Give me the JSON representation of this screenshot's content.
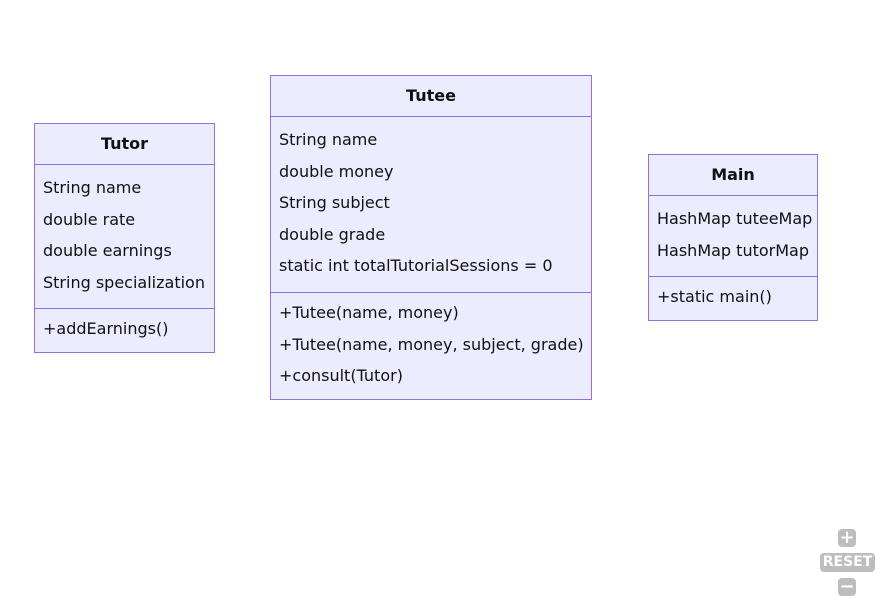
{
  "classes": {
    "tutor": {
      "name": "Tutor",
      "attributes": [
        "String name",
        "double rate",
        "double earnings",
        "String specialization"
      ],
      "methods": [
        "+addEarnings()"
      ]
    },
    "tutee": {
      "name": "Tutee",
      "attributes": [
        "String name",
        "double money",
        "String subject",
        "double grade",
        "static int totalTutorialSessions = 0"
      ],
      "methods": [
        "+Tutee(name, money)",
        "+Tutee(name, money, subject, grade)",
        "+consult(Tutor)"
      ]
    },
    "main": {
      "name": "Main",
      "attributes": [
        "HashMap tuteeMap",
        "HashMap tutorMap"
      ],
      "methods": [
        "+static main()"
      ]
    }
  },
  "controls": {
    "zoom_in": "+",
    "reset": "RESET",
    "zoom_out": "−"
  },
  "colors": {
    "class_fill": "#ececff",
    "class_border": "#9370db",
    "control_fill": "#bdbdbd"
  }
}
